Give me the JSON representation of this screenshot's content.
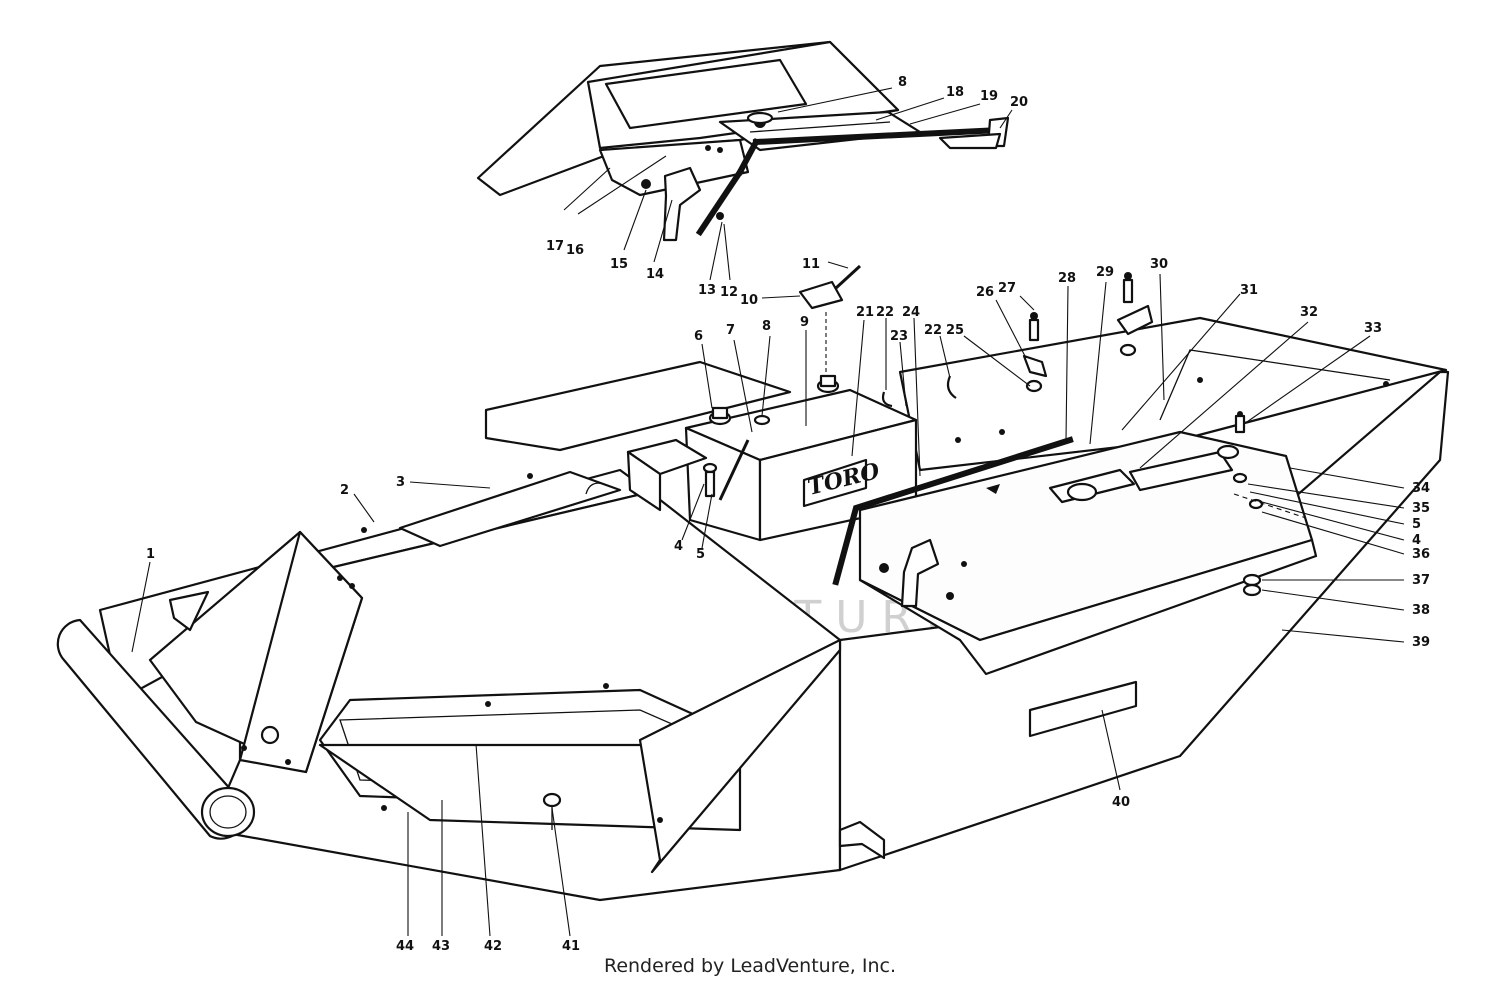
{
  "watermark": "LEADVENTURE",
  "brand_label": "TORO",
  "footer": "Rendered by LeadVenture, Inc.",
  "callouts": [
    {
      "id": "c8a",
      "label": "8"
    },
    {
      "id": "c18",
      "label": "18"
    },
    {
      "id": "c19",
      "label": "19"
    },
    {
      "id": "c20",
      "label": "20"
    },
    {
      "id": "c17",
      "label": "17"
    },
    {
      "id": "c16",
      "label": "16"
    },
    {
      "id": "c15",
      "label": "15"
    },
    {
      "id": "c14",
      "label": "14"
    },
    {
      "id": "c13",
      "label": "13"
    },
    {
      "id": "c12",
      "label": "12"
    },
    {
      "id": "c11",
      "label": "11"
    },
    {
      "id": "c10",
      "label": "10"
    },
    {
      "id": "c6",
      "label": "6"
    },
    {
      "id": "c7",
      "label": "7"
    },
    {
      "id": "c8b",
      "label": "8"
    },
    {
      "id": "c9",
      "label": "9"
    },
    {
      "id": "c21",
      "label": "21"
    },
    {
      "id": "c22a",
      "label": "22"
    },
    {
      "id": "c23",
      "label": "23"
    },
    {
      "id": "c24",
      "label": "24"
    },
    {
      "id": "c22b",
      "label": "22"
    },
    {
      "id": "c25",
      "label": "25"
    },
    {
      "id": "c26",
      "label": "26"
    },
    {
      "id": "c27",
      "label": "27"
    },
    {
      "id": "c28",
      "label": "28"
    },
    {
      "id": "c29",
      "label": "29"
    },
    {
      "id": "c30",
      "label": "30"
    },
    {
      "id": "c31",
      "label": "31"
    },
    {
      "id": "c32",
      "label": "32"
    },
    {
      "id": "c33",
      "label": "33"
    },
    {
      "id": "c2",
      "label": "2"
    },
    {
      "id": "c3",
      "label": "3"
    },
    {
      "id": "c1",
      "label": "1"
    },
    {
      "id": "c4a",
      "label": "4"
    },
    {
      "id": "c5a",
      "label": "5"
    },
    {
      "id": "c34",
      "label": "34"
    },
    {
      "id": "c35",
      "label": "35"
    },
    {
      "id": "c5b",
      "label": "5"
    },
    {
      "id": "c4b",
      "label": "4"
    },
    {
      "id": "c36",
      "label": "36"
    },
    {
      "id": "c37",
      "label": "37"
    },
    {
      "id": "c38",
      "label": "38"
    },
    {
      "id": "c39",
      "label": "39"
    },
    {
      "id": "c40",
      "label": "40"
    },
    {
      "id": "c44",
      "label": "44"
    },
    {
      "id": "c43",
      "label": "43"
    },
    {
      "id": "c42",
      "label": "42"
    },
    {
      "id": "c41",
      "label": "41"
    }
  ]
}
